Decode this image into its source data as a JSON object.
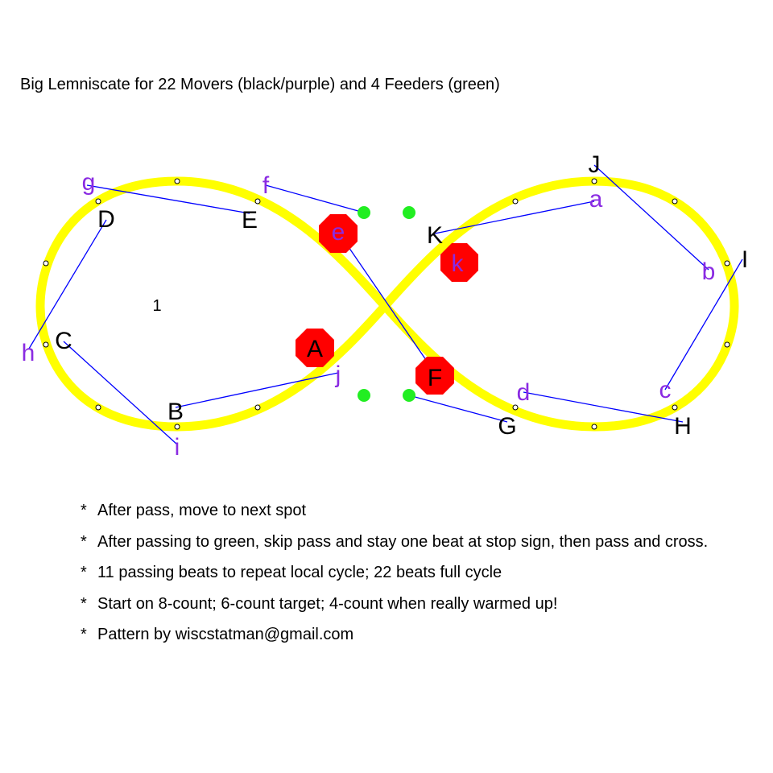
{
  "title": "Big Lemniscate for 22 Movers (black/purple) and 4 Feeders (green)",
  "colors": {
    "track": "#ffff00",
    "mover_black": "#000000",
    "mover_purple": "#8a2be2",
    "feeder": "#22ee22",
    "stop_sign": "#ff0000",
    "pass_line": "#0000ff"
  },
  "spot_number": "1",
  "movers": {
    "black": [
      "A",
      "B",
      "C",
      "D",
      "E",
      "F",
      "G",
      "H",
      "I",
      "J",
      "K"
    ],
    "purple": [
      "a",
      "b",
      "c",
      "d",
      "e",
      "f",
      "g",
      "h",
      "i",
      "j",
      "k"
    ]
  },
  "stop_signs": [
    "A",
    "e",
    "k",
    "F"
  ],
  "feeders": 4,
  "passes": [
    [
      "E",
      "g"
    ],
    [
      "D",
      "h"
    ],
    [
      "C",
      "i"
    ],
    [
      "B",
      "j"
    ],
    [
      "K",
      "a"
    ],
    [
      "J",
      "b"
    ],
    [
      "I",
      "c"
    ],
    [
      "H",
      "d"
    ],
    [
      "e",
      "F"
    ],
    [
      "f",
      "feeder-top-left"
    ],
    [
      "G",
      "feeder-bottom-right"
    ]
  ],
  "notes": [
    "After pass, move to next spot",
    "After passing to green, skip pass and stay one beat at stop sign, then pass and cross.",
    "11 passing beats to repeat local cycle; 22 beats full cycle",
    "Start on 8-count; 6-count target; 4-count when really warmed up!",
    "Pattern by wiscstatman@gmail.com"
  ],
  "bullet": "*"
}
